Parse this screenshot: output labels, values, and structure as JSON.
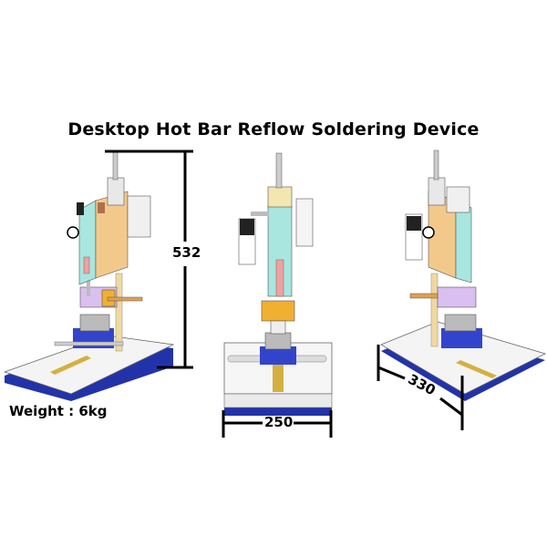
{
  "title": "Desktop Hot Bar Reflow Soldering Device",
  "dimensions": {
    "height_label": "532",
    "width_label": "250",
    "depth_label": "330"
  },
  "weight": "Weight : 6kg",
  "colors": {
    "head_panel": "#f3c98b",
    "head_front": "#a8e6df",
    "base_plate": "#f4f4f4",
    "base_strip": "#2233aa",
    "fixture": "#3344cc",
    "copper": "#e09060",
    "dimension_line": "#000000"
  }
}
